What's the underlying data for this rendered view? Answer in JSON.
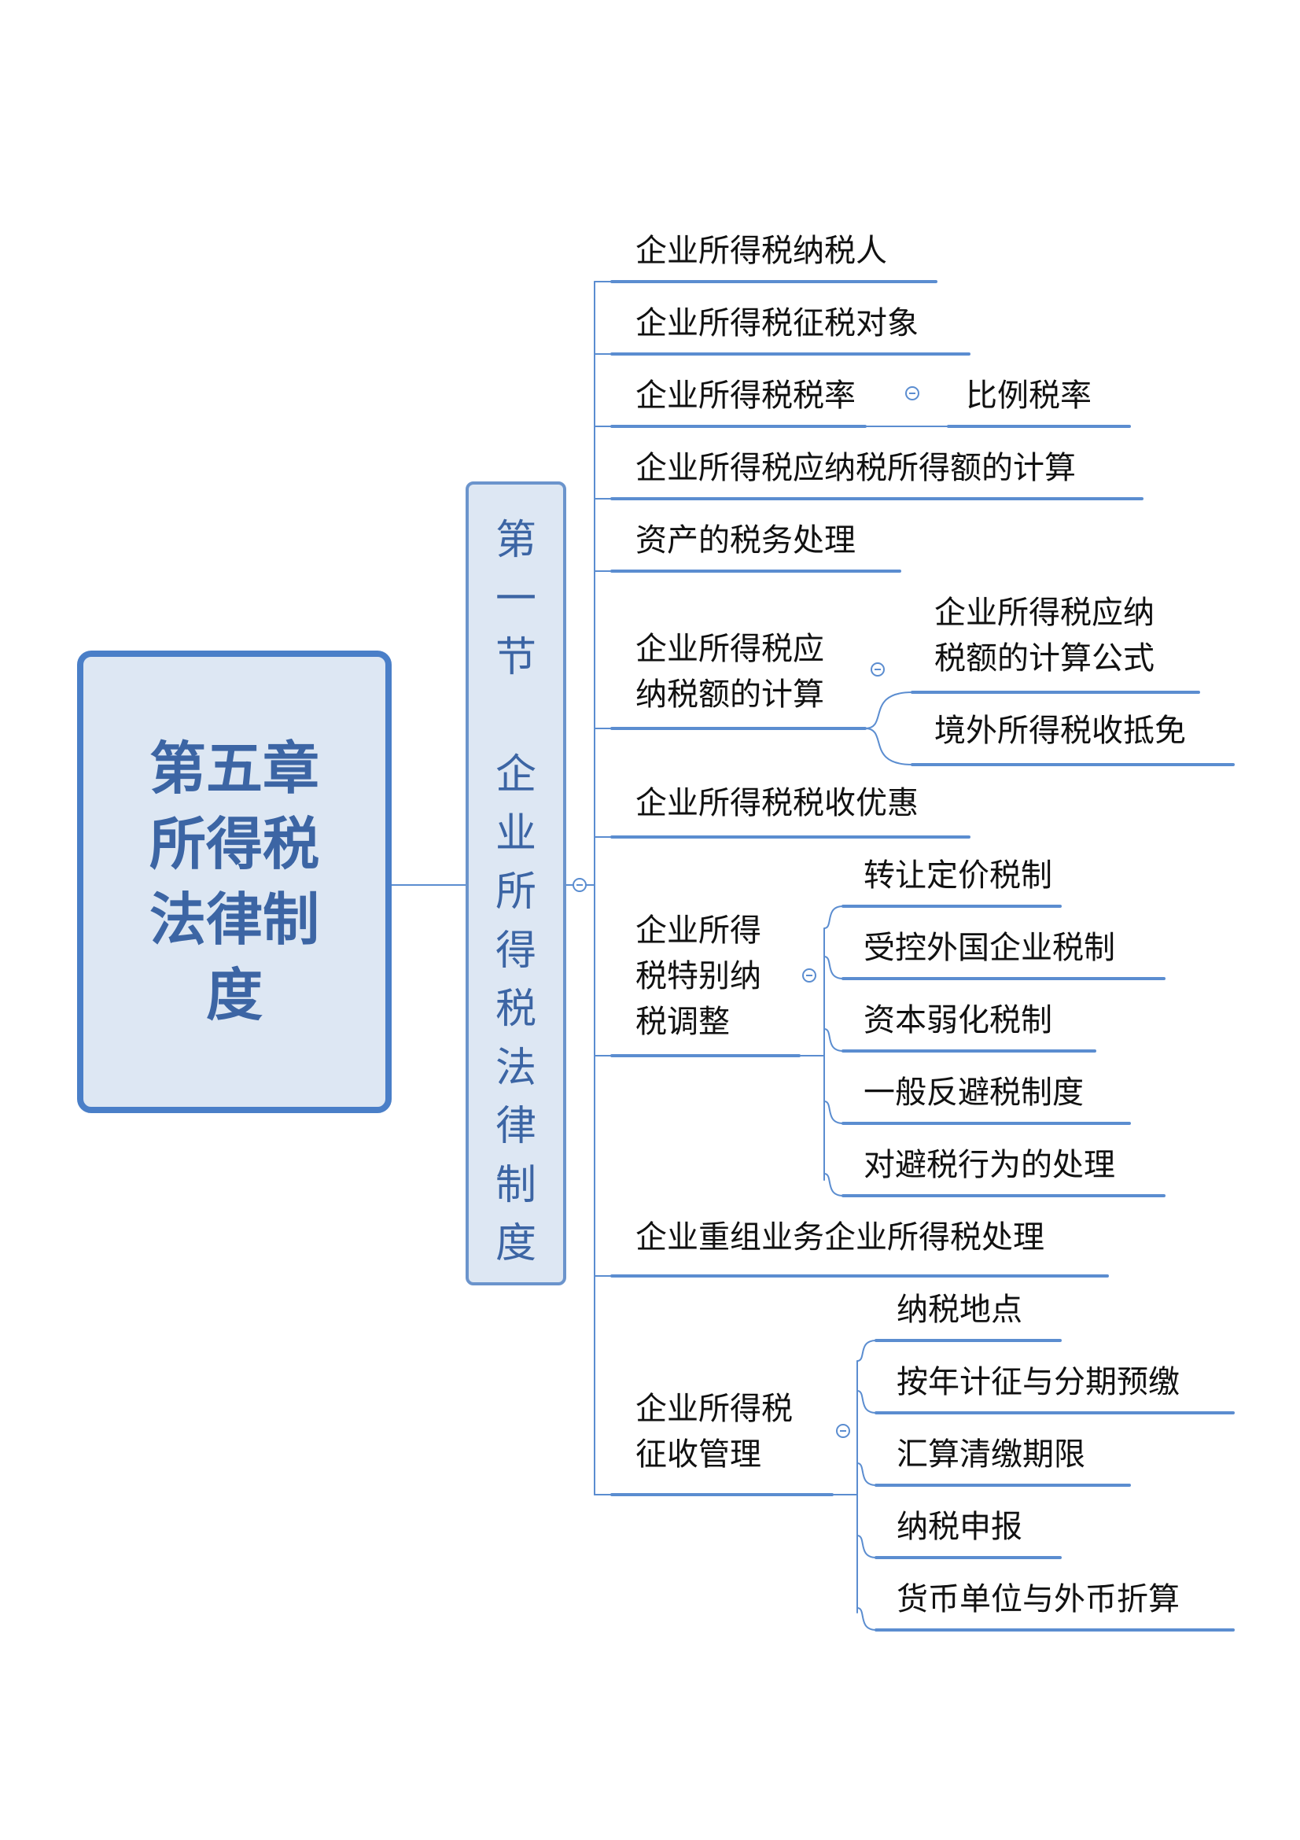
{
  "root": {
    "title": "第五章\n所得税\n法律制\n度"
  },
  "section": {
    "title": "第\n一\n节\n\n企\n业\n所\n得\n税\n法\n律\n制\n度"
  },
  "topics": [
    {
      "label": "企业所得税纳税人"
    },
    {
      "label": "企业所得税征税对象"
    },
    {
      "label": "企业所得税税率",
      "children": [
        "比例税率"
      ]
    },
    {
      "label": "企业所得税应纳税所得额的计算"
    },
    {
      "label": "资产的税务处理"
    },
    {
      "label": "企业所得税应\n纳税额的计算",
      "children": [
        "企业所得税应纳\n税额的计算公式",
        "境外所得税收抵免"
      ]
    },
    {
      "label": "企业所得税税收优惠"
    },
    {
      "label": "企业所得\n税特别纳\n税调整",
      "children": [
        "转让定价税制",
        "受控外国企业税制",
        "资本弱化税制",
        "一般反避税制度",
        "对避税行为的处理"
      ]
    },
    {
      "label": "企业重组业务企业所得税处理"
    },
    {
      "label": "企业所得税\n征收管理",
      "children": [
        "纳税地点",
        "按年计征与分期预缴",
        "汇算清缴期限",
        "纳税申报",
        "货币单位与外币折算"
      ]
    }
  ],
  "colors": {
    "line": "#5b8dd0",
    "root_border": "#4a7fc8",
    "fill": "#dde7f3",
    "title_text": "#3c65a4"
  },
  "icons": {
    "collapse": "collapse-minus-icon"
  }
}
